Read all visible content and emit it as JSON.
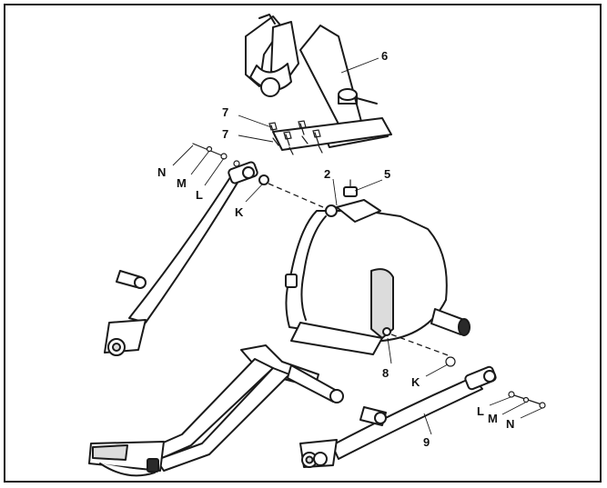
{
  "labels": {
    "part_6": "6",
    "part_7a": "7",
    "part_7b": "7",
    "part_2": "2",
    "part_5": "5",
    "part_N_left": "N",
    "part_M_left": "M",
    "part_L_left": "L",
    "part_K_left": "K",
    "part_8": "8",
    "part_K_right": "K",
    "part_L_right": "L",
    "part_M_right": "M",
    "part_N_right": "N",
    "part_9": "9"
  }
}
